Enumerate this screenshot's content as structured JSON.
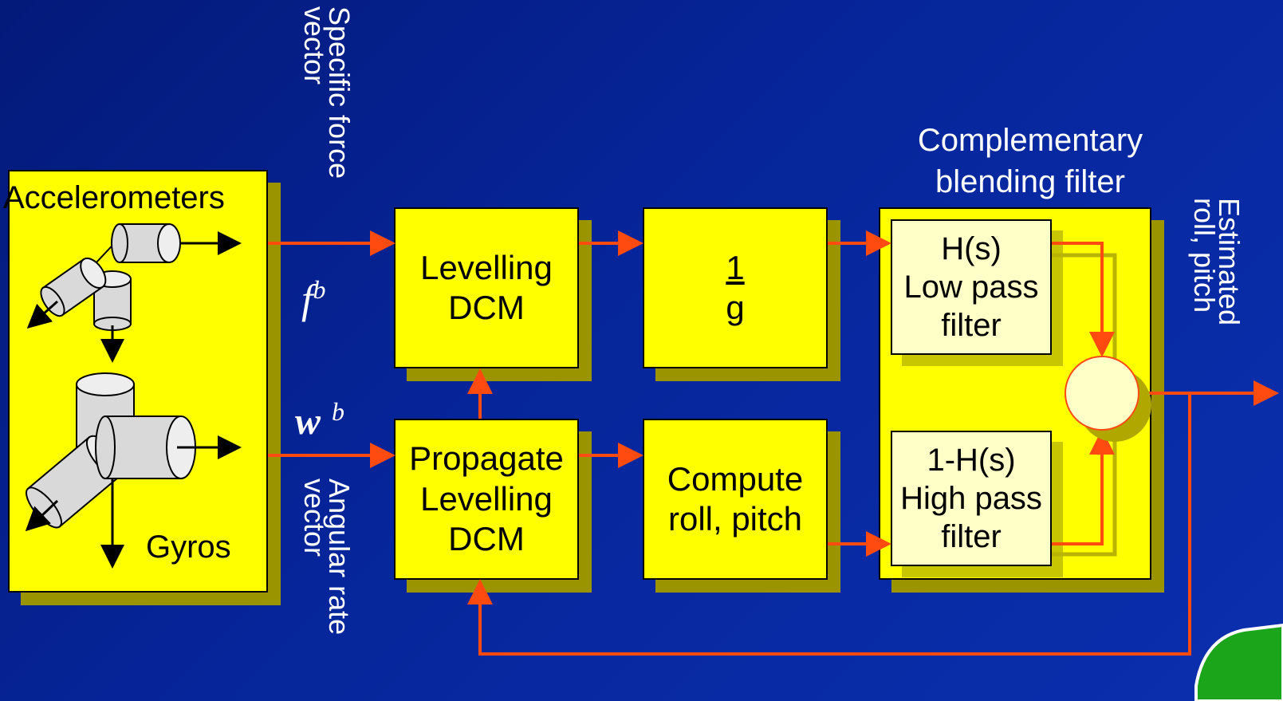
{
  "accelerometers_label": "Accelerometers",
  "gyros_label": "Gyros",
  "specific_force_line1": "Specific force",
  "specific_force_line2": "vector",
  "angular_rate_line1": "Angular rate",
  "angular_rate_line2": "vector",
  "f_symbol": "f",
  "f_superscript": "b",
  "w_symbol": "w",
  "w_superscript": "b",
  "levelling_dcm": {
    "line1": "Levelling",
    "line2": "DCM"
  },
  "one_over_g": {
    "numerator": "1",
    "denominator": "g"
  },
  "propagate_dcm": {
    "line1": "Propagate",
    "line2": "Levelling",
    "line3": "DCM"
  },
  "compute_roll_pitch": {
    "line1": "Compute",
    "line2": "roll, pitch"
  },
  "complementary_filter_title": {
    "line1": "Complementary",
    "line2": "blending filter"
  },
  "low_pass": {
    "line1": "H(s)",
    "line2": "Low pass",
    "line3": "filter"
  },
  "high_pass": {
    "line1": "1-H(s)",
    "line2": "High pass",
    "line3": "filter"
  },
  "estimated_output": {
    "line1": "Estimated",
    "line2": "roll, pitch"
  },
  "colors": {
    "background": "#06259a",
    "box": "#ffff00",
    "box_light": "#ffffc8",
    "arrow": "#ff4a10",
    "shadow": "#9a9400",
    "logo": "#1aa51a"
  }
}
